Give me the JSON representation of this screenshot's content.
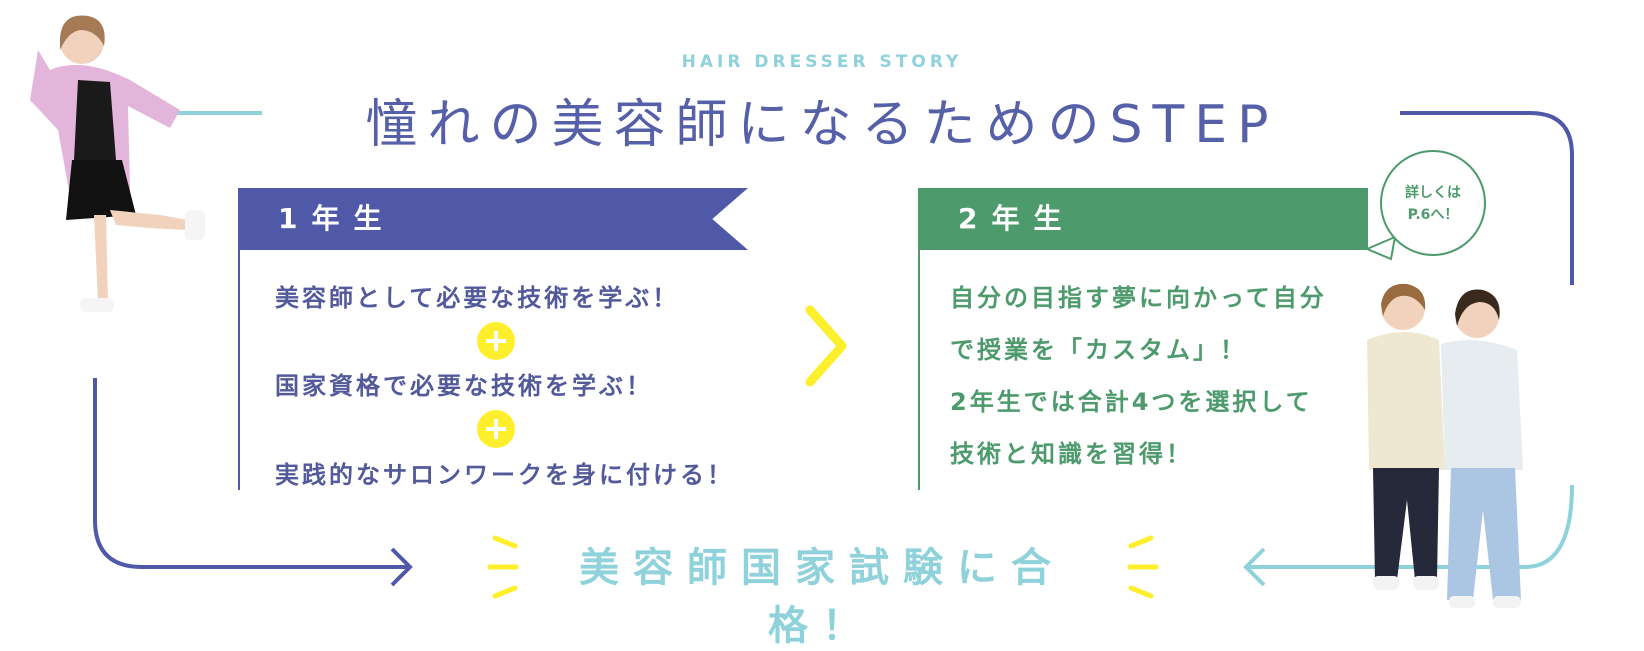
{
  "header": {
    "subtitle": "HAIR DRESSER STORY",
    "title": "憧れの美容師になるためのSTEP"
  },
  "year1": {
    "label": "1年生",
    "items": [
      "美容師として必要な技術を学ぶ！",
      "国家資格で必要な技術を学ぶ！",
      "実践的なサロンワークを身に付ける！"
    ]
  },
  "year2": {
    "label": "2年生",
    "lines": [
      "自分の目指す夢に向かって自分",
      "で授業を「カスタム」！",
      "2年生では合計4つを選択して",
      "技術と知識を習得！"
    ]
  },
  "bubble": {
    "line1": "詳しくは",
    "line2": "P.6へ！"
  },
  "goal": "美容師国家試験に合格！",
  "colors": {
    "primary": "#5059a8",
    "green": "#4d9a6c",
    "cyan": "#8fd2dc",
    "yellow": "#fdef2c"
  }
}
